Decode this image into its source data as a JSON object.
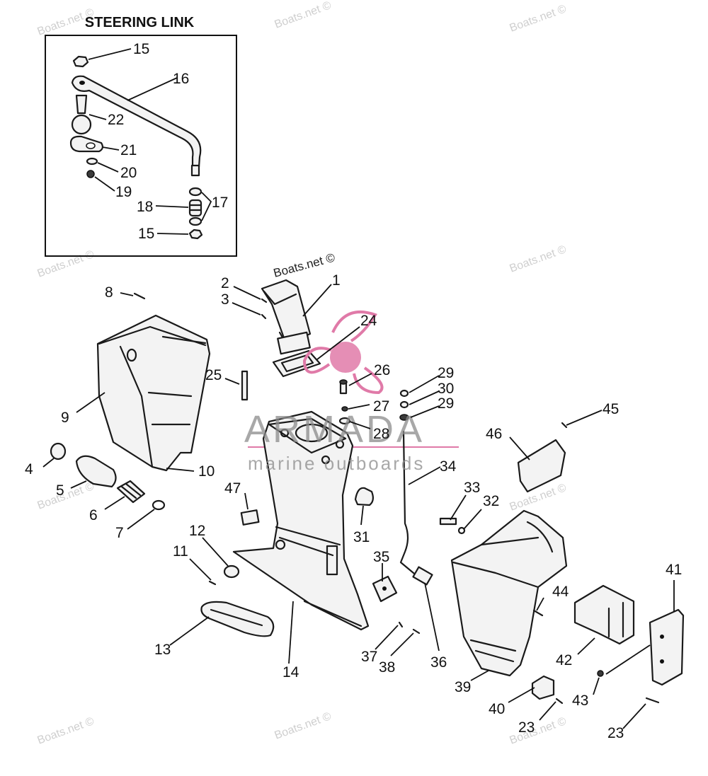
{
  "inset": {
    "title": "STEERING LINK"
  },
  "watermarks": {
    "text": "Boats.net ©",
    "center_text": "Boats.net ©"
  },
  "brand": {
    "name": "ARMADA",
    "tagline": "marine outboards",
    "logo_color": "#e07aa8"
  },
  "callouts": {
    "c1": "1",
    "c2": "2",
    "c3": "3",
    "c4": "4",
    "c5": "5",
    "c6": "6",
    "c7": "7",
    "c8": "8",
    "c9": "9",
    "c10": "10",
    "c11": "11",
    "c12": "12",
    "c13": "13",
    "c14": "14",
    "c15a": "15",
    "c15b": "15",
    "c16": "16",
    "c17": "17",
    "c18": "18",
    "c19": "19",
    "c20": "20",
    "c21": "21",
    "c22": "22",
    "c23a": "23",
    "c23b": "23",
    "c24": "24",
    "c25": "25",
    "c26": "26",
    "c27": "27",
    "c28": "28",
    "c29a": "29",
    "c29b": "29",
    "c30": "30",
    "c31": "31",
    "c32": "32",
    "c33": "33",
    "c34": "34",
    "c35": "35",
    "c36": "36",
    "c37": "37",
    "c38": "38",
    "c39": "39",
    "c40": "40",
    "c41": "41",
    "c42": "42",
    "c43": "43",
    "c44": "44",
    "c45": "45",
    "c46": "46",
    "c47": "47"
  }
}
